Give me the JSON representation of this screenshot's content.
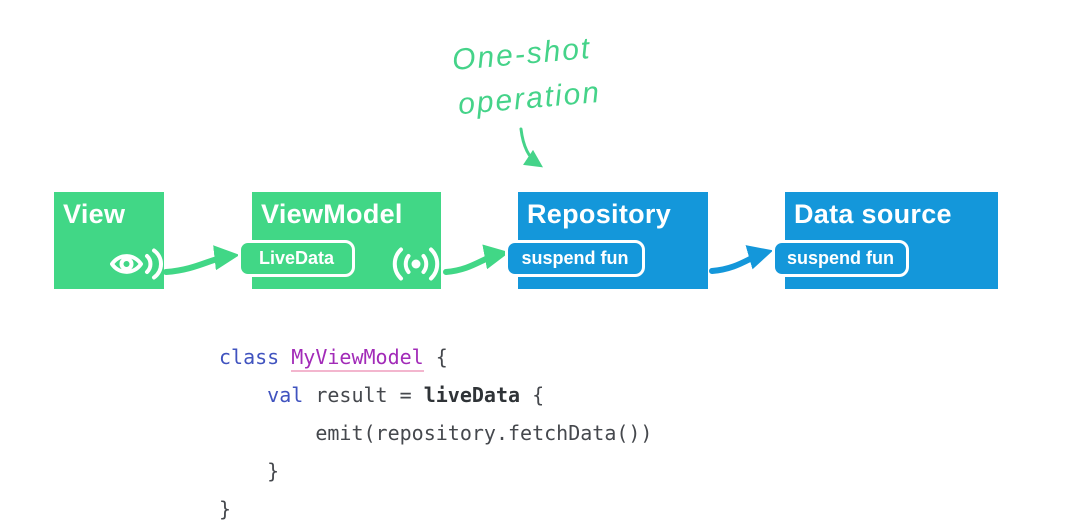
{
  "annotation": {
    "line1": "One-shot",
    "line2": "operation",
    "color": "#45d389"
  },
  "diagram": {
    "boxes": [
      {
        "id": "view",
        "label": "View",
        "color": "#41d786",
        "icon": "observer-eye-icon"
      },
      {
        "id": "viewmodel",
        "label": "ViewModel",
        "color": "#41d786",
        "tag": "LiveData",
        "icon": "broadcast-icon"
      },
      {
        "id": "repository",
        "label": "Repository",
        "color": "#1497da",
        "tag": "suspend fun"
      },
      {
        "id": "datasource",
        "label": "Data source",
        "color": "#1497da",
        "tag": "suspend fun"
      }
    ],
    "arrows": [
      {
        "from": "view",
        "to": "viewmodel",
        "color": "#41d786"
      },
      {
        "from": "viewmodel",
        "to": "repository",
        "color": "#41d786"
      },
      {
        "from": "repository",
        "to": "datasource",
        "color": "#1497da"
      },
      {
        "from": "annotation",
        "to": "repository",
        "color": "#45d389"
      }
    ]
  },
  "code": {
    "lines": [
      {
        "tokens": [
          {
            "t": "class ",
            "c": "kw"
          },
          {
            "t": "MyViewModel",
            "c": "cls"
          },
          {
            "t": " {",
            "c": "pl"
          }
        ]
      },
      {
        "tokens": [
          {
            "t": "    ",
            "c": "pl"
          },
          {
            "t": "val",
            "c": "kw"
          },
          {
            "t": " result = ",
            "c": "pl"
          },
          {
            "t": "liveData",
            "c": "b"
          },
          {
            "t": " {",
            "c": "pl"
          }
        ]
      },
      {
        "tokens": [
          {
            "t": "        emit(repository.fetchData())",
            "c": "pl"
          }
        ]
      },
      {
        "tokens": [
          {
            "t": "    }",
            "c": "pl"
          }
        ]
      },
      {
        "tokens": [
          {
            "t": "}",
            "c": "pl"
          }
        ]
      }
    ]
  },
  "colors": {
    "green": "#41d786",
    "blue": "#1497da",
    "annotation_green": "#45d389",
    "code_text": "#45484d",
    "keyword": "#4053bf",
    "class_name": "#a22bb8",
    "class_underline": "#f3b6ce",
    "bold_builder": "#2f3337",
    "box_text": "#ffffff",
    "background": "#ffffff"
  }
}
